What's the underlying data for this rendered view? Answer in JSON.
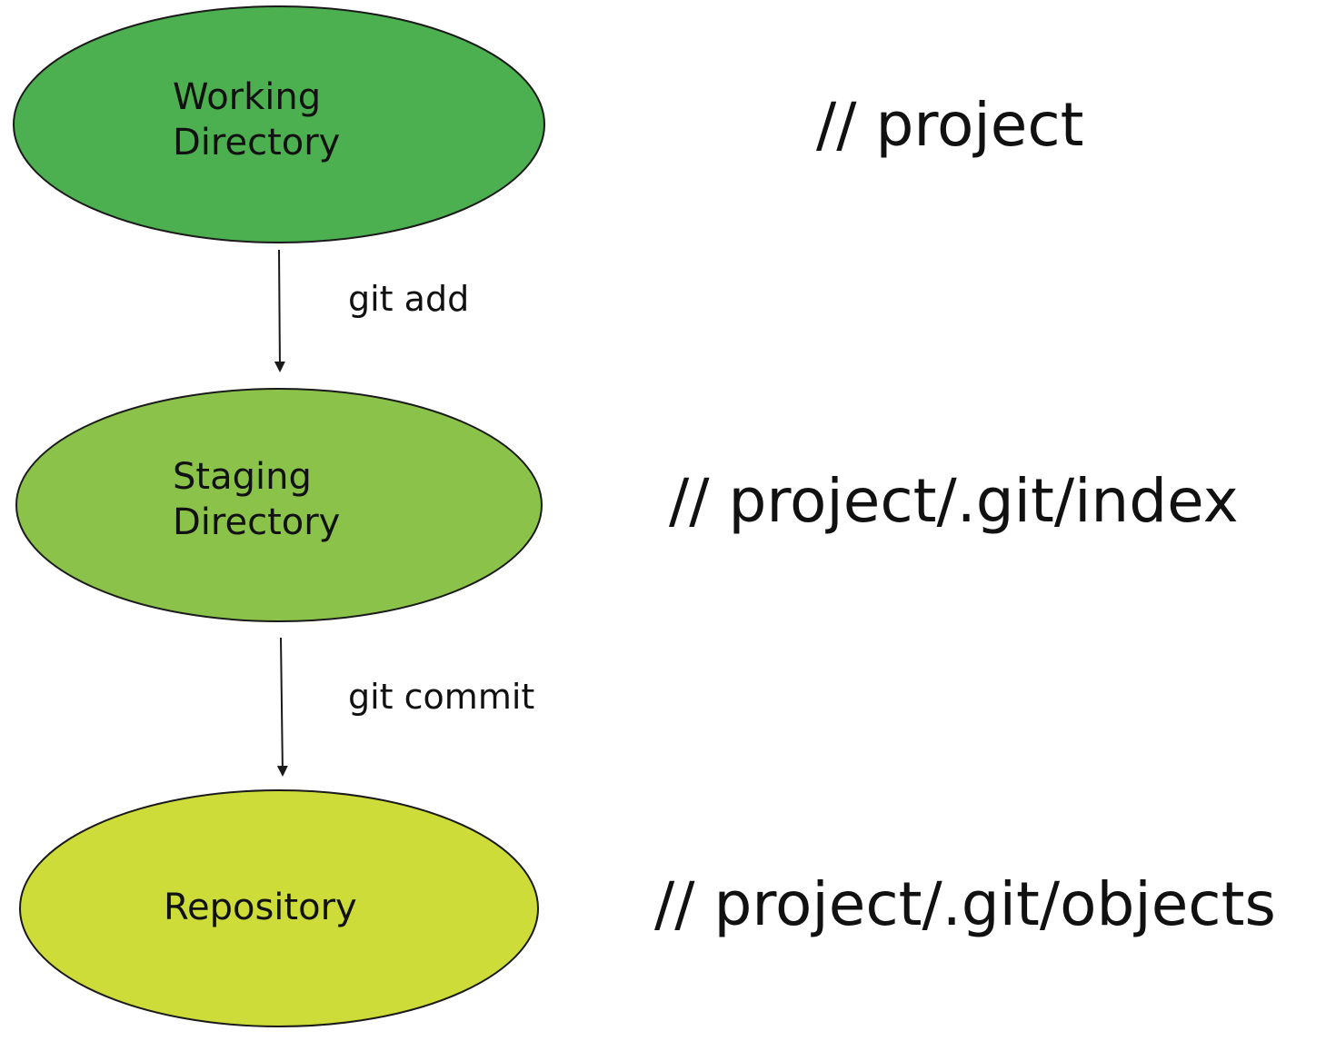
{
  "nodes": [
    {
      "label_lines": [
        "Working",
        "Directory"
      ],
      "fill": "#4caf50",
      "path": "// project"
    },
    {
      "label_lines": [
        "Staging",
        "Directory"
      ],
      "fill": "#8bc34a",
      "path": "// project/.git/index"
    },
    {
      "label_lines": [
        "Repository"
      ],
      "fill": "#cddc39",
      "path": "// project/.git/objects"
    }
  ],
  "edges": [
    {
      "label": "git add"
    },
    {
      "label": "git commit"
    }
  ],
  "colors": {
    "stroke": "#1a1a1a",
    "text": "#111111"
  }
}
